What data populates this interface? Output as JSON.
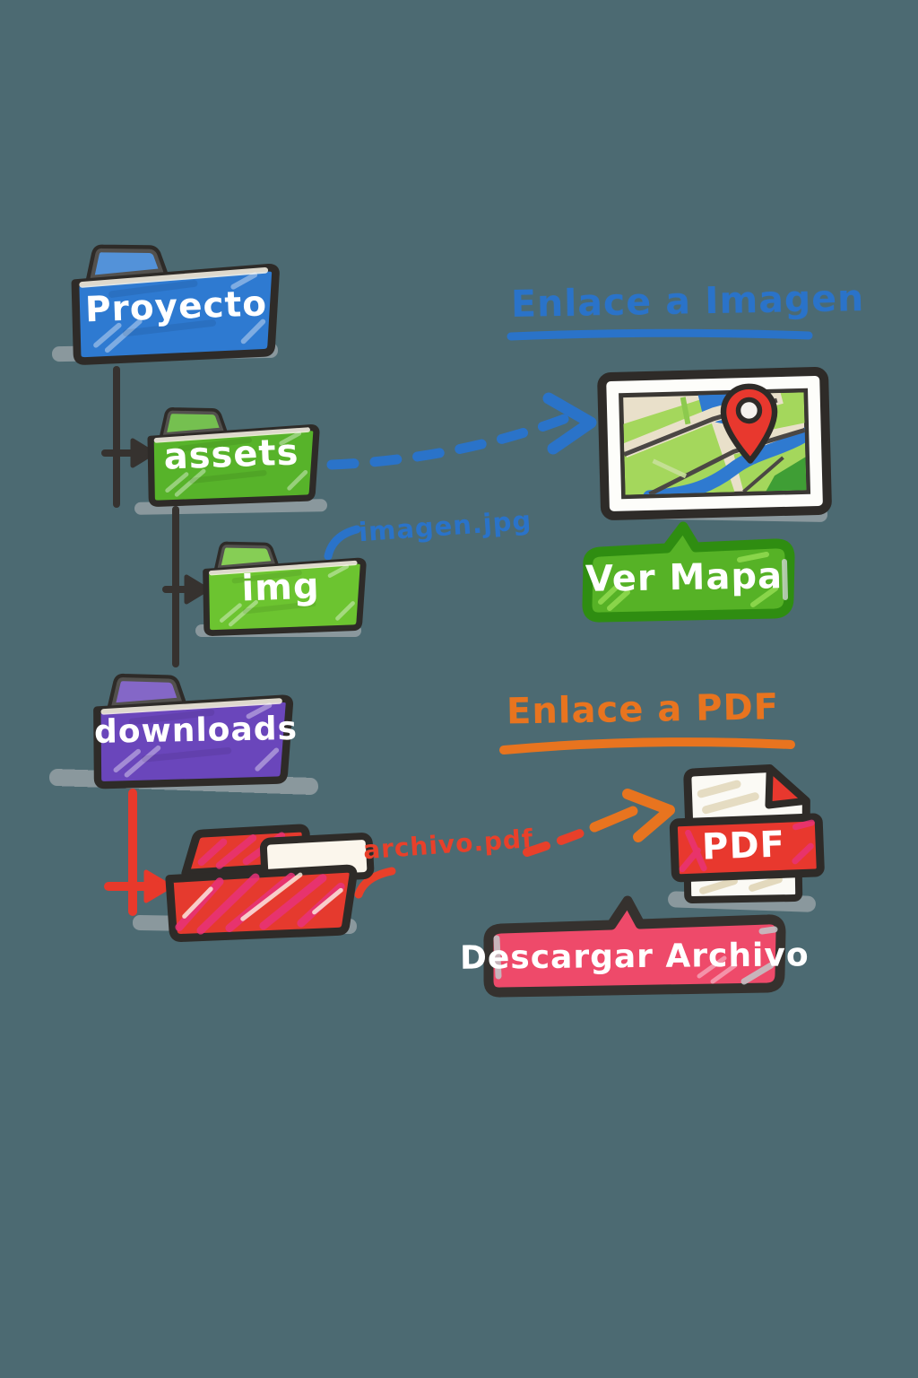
{
  "colors": {
    "background": "#4c6a72",
    "outline": "#2e2b28",
    "folder_proyecto": "#2e7ad1",
    "folder_assets": "#57b32a",
    "folder_img": "#6cc430",
    "folder_downloads": "#6a46bb",
    "folder_descargas_file": "#e53a2e",
    "accent_blue": "#2a73c9",
    "accent_orange": "#e8741f",
    "accent_red": "#e8402a",
    "button_green": "#56b226",
    "button_pink": "#ee4a6a"
  },
  "tree": {
    "proyecto": {
      "label": "Proyecto"
    },
    "assets": {
      "label": "assets"
    },
    "img": {
      "label": "img"
    },
    "downloads": {
      "label": "downloads"
    }
  },
  "image_link": {
    "heading": "Enlace a Imagen",
    "file": "imagen.jpg",
    "button": "Ver Mapa"
  },
  "pdf_link": {
    "heading": "Enlace a PDF",
    "file": "archivo.pdf",
    "badge": "PDF",
    "button": "Descargar Archivo"
  }
}
